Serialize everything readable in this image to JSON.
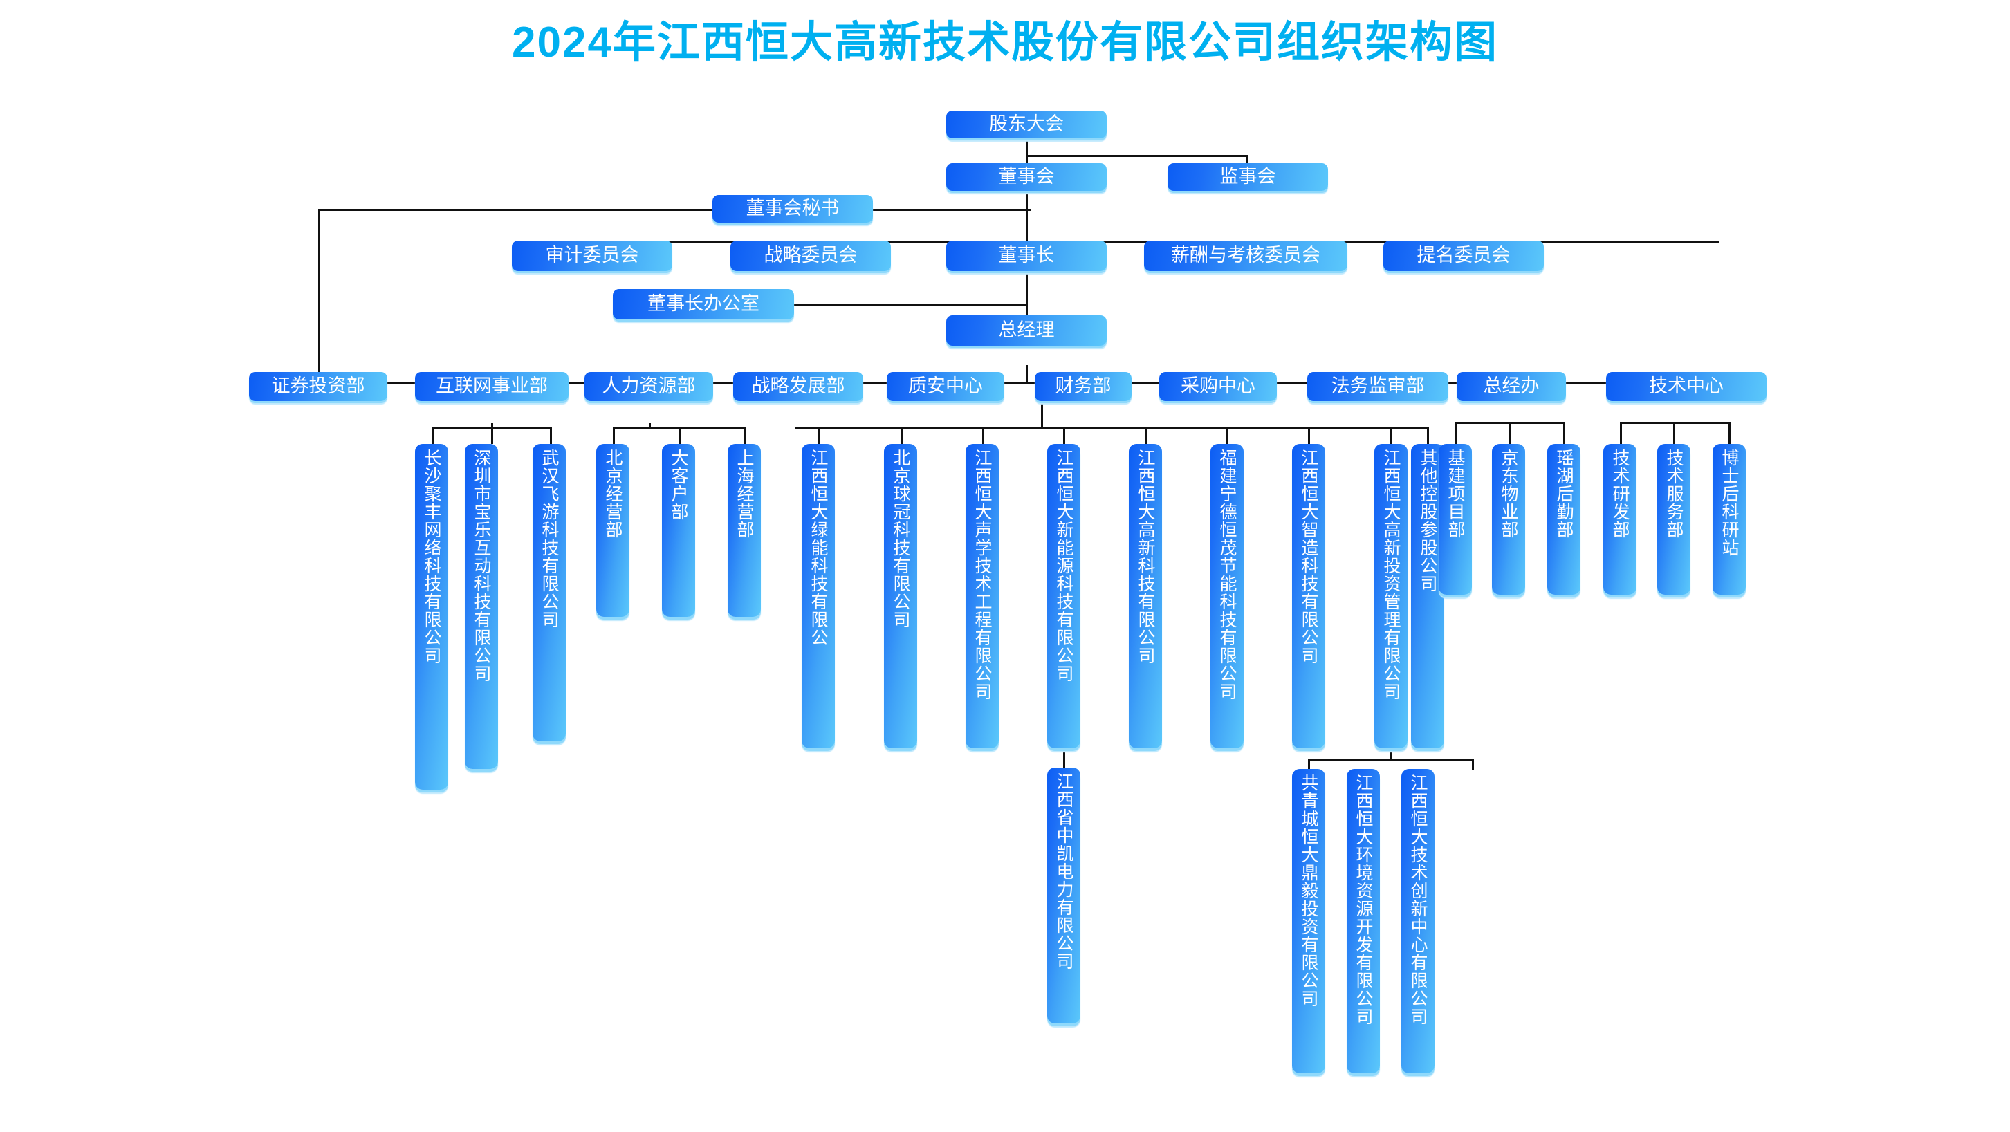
{
  "title": "2024年江西恒大高新技术股份有限公司组织架构图",
  "theme": {
    "title_color": "#00B0F0",
    "node_gradient_start": "#0C5DF4",
    "node_gradient_end": "#5BC8FB",
    "node_shadow": "#8FD9FB",
    "connector_color": "#111111",
    "background": "#FFFFFF"
  },
  "chart_data": {
    "type": "org-chart",
    "title": "2024年江西恒大高新技术股份有限公司组织架构图",
    "levels": 7,
    "node_count": 48
  },
  "nodes": {
    "shareholders_meeting": "股东大会",
    "board_of_directors": "董事会",
    "supervisory_board": "监事会",
    "board_secretary": "董事会秘书",
    "audit_committee": "审计委员会",
    "strategy_committee": "战略委员会",
    "chairman": "董事长",
    "remuneration_committee": "薪酬与考核委员会",
    "nomination_committee": "提名委员会",
    "chairman_office": "董事长办公室",
    "general_manager": "总经理",
    "dept_securities": "证券投资部",
    "dept_internet": "互联网事业部",
    "dept_hr": "人力资源部",
    "dept_strategy": "战略发展部",
    "dept_quality": "质安中心",
    "dept_finance": "财务部",
    "dept_purchasing": "采购中心",
    "dept_legal": "法务监审部",
    "dept_gm_office": "总经办",
    "dept_tech_center": "技术中心",
    "sub_changsha": "长沙聚丰网络科技有限公司",
    "sub_shenzhen": "深圳市宝乐互动科技有限公司",
    "sub_wuhan": "武汉飞游科技有限公司",
    "unit_beijing_sales": "北京经营部",
    "unit_key_account": "大客户部",
    "unit_shanghai_sales": "上海经营部",
    "sub_lvneng": "江西恒大绿能科技有限公",
    "sub_qiuguan": "北京球冠科技有限公司",
    "sub_shengxue": "江西恒大声学技术工程有限公司",
    "sub_xinnengyuan": "江西恒大新能源科技有限公司",
    "sub_gaoxin_keji": "江西恒大高新科技有限公司",
    "sub_ningde": "福建宁德恒茂节能科技有限公司",
    "sub_zhizao": "江西恒大智造科技有限公司",
    "sub_touzi_guanli": "江西恒大高新投资管理有限公司",
    "sub_other_holdings": "其他控股参股公司",
    "unit_infra_project": "基建项目部",
    "unit_jingdong_property": "京东物业部",
    "unit_yaohu_logistics": "瑶湖后勤部",
    "unit_tech_rd": "技术研发部",
    "unit_tech_service": "技术服务部",
    "unit_postdoc_station": "博士后科研站",
    "sub_zhongkai": "江西省中凯电力有限公司",
    "sub_gongqingcheng": "共青城恒大鼎毅投资有限公司",
    "sub_huanjing": "江西恒大环境资源开发有限公司",
    "sub_chuangxin": "江西恒大技术创新中心有限公司"
  }
}
